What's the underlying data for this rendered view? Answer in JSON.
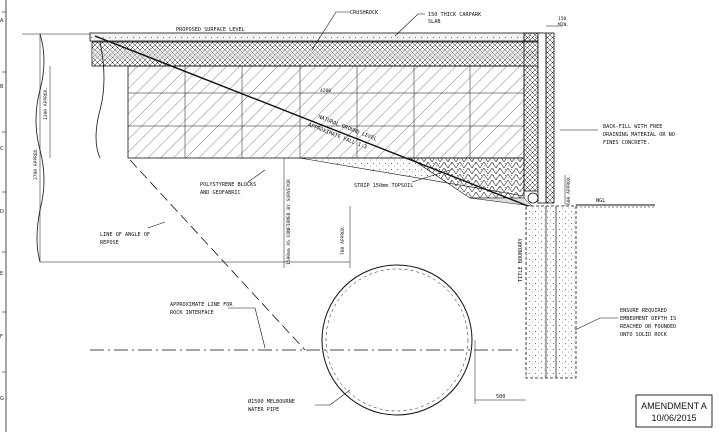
{
  "row_letters": [
    "A",
    "B",
    "C",
    "D",
    "E",
    "F",
    "G"
  ],
  "labels": {
    "crushrock": "CRUSHROCK",
    "slab_line1": "150 THICK CARPARK",
    "slab_line2": "SLAB",
    "surface_level": "PROPOSED SURFACE LEVEL",
    "dim_150": "150",
    "dim_min": "MIN.",
    "backfill_line1": "BACK-FILL WITH FREE",
    "backfill_line2": "DRAINING MATERIAL OR NO",
    "backfill_line3": "FINES CONCRETE.",
    "approx_2700": "2700 APPROX.",
    "approx_1200": "1200 APPROX.",
    "dim_4200": "4200",
    "natural_ground": "NATURAL GROUND LEVEL",
    "approx_fall": "APPROXIMATE FALL 1:3",
    "polystyrene_line1": "POLYSTYRENE BLOCKS",
    "polystyrene_line2": "AND GEOFABRIC",
    "strip_topsoil": "STRIP 150mm TOPSOIL",
    "approx_600": "600 APPROX.",
    "ngl": "NGL",
    "repose_line1": "LINE OF ANGLE OF",
    "repose_line2": "REPOSE",
    "survey_dim": "1500mm AS CONFIRMED BY SURVEYOR",
    "dim_700": "700 APPROX.",
    "title_boundary": "TITLE BOUNDARY",
    "rock_line1": "APPROXIMATE LINE FOR",
    "rock_line2": "ROCK INTERFACE",
    "embed_line1": "ENSURE REQUIRED",
    "embed_line2": "EMBEDMENT DEPTH IS",
    "embed_line3": "REACHED OR FOUNDED",
    "embed_line4": "ONTO SOLID ROCK",
    "pipe_line1": "Ø1500 MELBOURNE",
    "pipe_line2": "WATER PIPE",
    "dim_500": "500"
  },
  "amendment": {
    "title": "AMENDMENT A",
    "date": "10/06/2015"
  }
}
